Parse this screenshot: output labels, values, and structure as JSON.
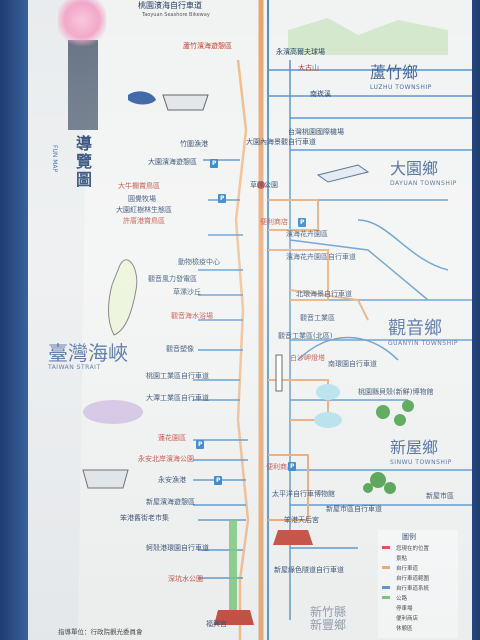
{
  "header_title": "桃園濱海自行車道",
  "header_subtitle": "Taoyuan Seashore Bikeway",
  "side_title": "導覽圖",
  "side_sub": "FUN MAP",
  "strait": {
    "zh": "臺灣海峽",
    "en": "TAIWAN STRAIT"
  },
  "townships": [
    {
      "zh": "蘆竹鄉",
      "en": "LUZHU TOWNSHIP"
    },
    {
      "zh": "大園鄉",
      "en": "DAYUAN TOWNSHIP"
    },
    {
      "zh": "觀音鄉",
      "en": "GUANYIN TOWNSHIP"
    },
    {
      "zh": "新屋鄉",
      "en": "SINWU TOWNSHIP"
    },
    {
      "zh": "新竹縣",
      "en": ""
    },
    {
      "zh": "新豐鄉",
      "en": ""
    }
  ],
  "left_labels": [
    "蘆竹濱海遊憩區",
    "竹圍漁港",
    "大園濱海遊憩區",
    "大牛欄賞鳥區",
    "圓覺牧場",
    "大園紅樹林生態區",
    "許厝港賞鳥區",
    "動物檢疫中心",
    "觀音風力發電區",
    "草漯沙丘",
    "觀音海水浴場",
    "觀音塑像",
    "桃園工業區自行車道",
    "大潭工業區自行車道",
    "蓮花園區",
    "永安北岸濱海公園",
    "永安漁港",
    "新屋濱海遊憩區",
    "笨港舊街老市集",
    "蚵殼港環園自行車道",
    "深坑水公園",
    "福興宮"
  ],
  "right_labels": [
    "永濱高爾夫球場",
    "大古山",
    "南崁溪",
    "台灣桃園國際機場",
    "大園內海景觀自行車道",
    "草漯公園",
    "便利商店",
    "濱海花卉園區",
    "濱海花卉園區自行車道",
    "北環海景自行車道",
    "觀音工業區",
    "觀音工業區(北區)",
    "白沙岬燈塔",
    "南環園自行車道",
    "桃園縣貝殼(新鮮)博物館",
    "便利商店",
    "新屋市區",
    "新屋市區自行車道",
    "太平洋自行車博物館",
    "笨港天后宮",
    "新屋綠色隧道自行車道"
  ],
  "legend": {
    "title": "圖例",
    "items": [
      "您現在的位置",
      "景點",
      "自行車道",
      "自行車道範圍",
      "自行車道系統",
      "公路",
      "停車場",
      "便利商店",
      "休憩區"
    ]
  },
  "sponsor": "指導單位：行政院觀光委員會",
  "park_label": "P"
}
